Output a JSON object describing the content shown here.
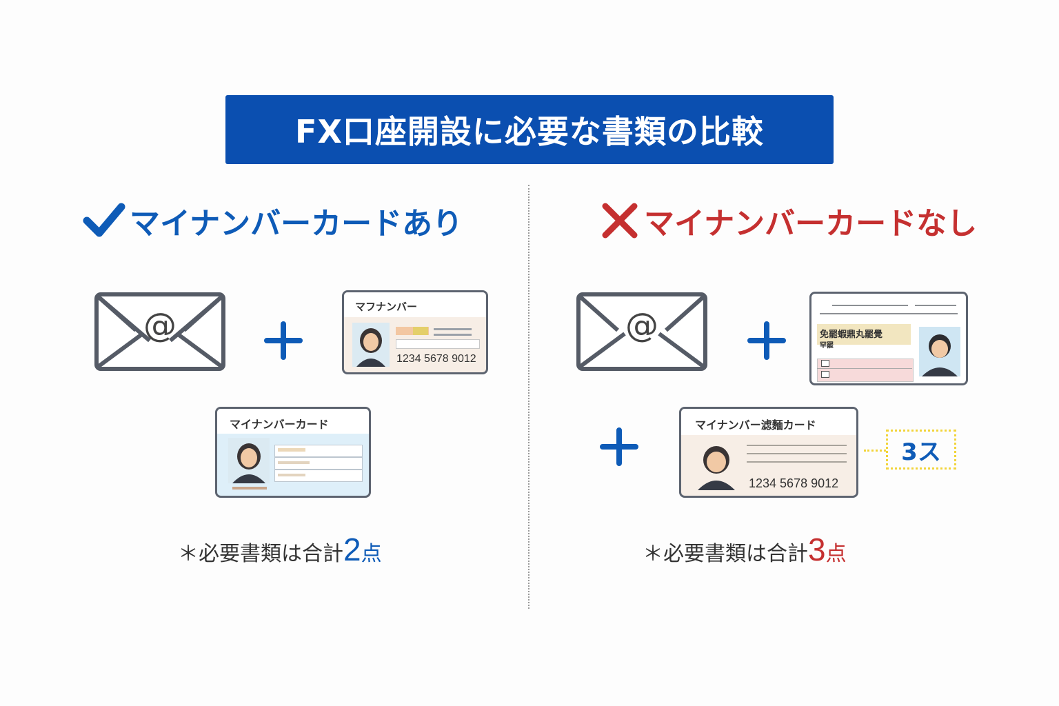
{
  "title": "FX口座開設に必要な書類の比較",
  "left": {
    "heading": "マイナンバーカードあり",
    "icon": "check-icon",
    "color": "#0e5bb7",
    "card_top_label": "マフナンバー",
    "card_top_number": "1234 5678 9012",
    "card_bottom_label": "マイナンバーカード",
    "summary_prefix": "＊必要書類は合計",
    "summary_count": "2",
    "summary_suffix": "点"
  },
  "right": {
    "heading": "マイナンバーカードなし",
    "icon": "cross-icon",
    "color": "#c53030",
    "license_text": "免罷蝦鼎丸罷覺",
    "license_sub": "罕罷",
    "card_bottom_label": "マイナンバー滤麵カード",
    "card_bottom_number": "1234 5678 9012",
    "badge": "3ス",
    "summary_prefix": "＊必要書類は合計",
    "summary_count": "3",
    "summary_suffix": "点"
  },
  "colors": {
    "title_bg": "#0b4fb0",
    "accent_blue": "#0e5bb7",
    "accent_red": "#c53030",
    "badge_border": "#f2d43a"
  }
}
